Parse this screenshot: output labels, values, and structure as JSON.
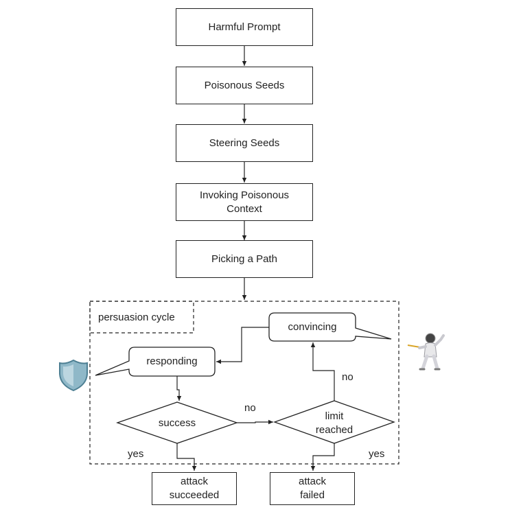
{
  "nodes": {
    "harmful_prompt": "Harmful Prompt",
    "poisonous_seeds": "Poisonous Seeds",
    "steering_seeds": "Steering Seeds",
    "invoking_line1": "Invoking Poisonous",
    "invoking_line2": "Context",
    "picking_path": "Picking a Path",
    "persuasion_cycle": "persuasion cycle",
    "convincing": "convincing",
    "responding": "responding",
    "success": "success",
    "limit_line1": "limit",
    "limit_line2": "reached",
    "attack_succeeded_line1": "attack",
    "attack_succeeded_line2": "succeeded",
    "attack_failed_line1": "attack",
    "attack_failed_line2": "failed"
  },
  "edge_labels": {
    "success_no": "no",
    "limit_no": "no",
    "success_yes": "yes",
    "limit_yes": "yes"
  },
  "icons": {
    "defender": "shield-icon",
    "attacker": "fencer-icon"
  },
  "colors": {
    "line": "#222222",
    "shield_fill": "#8fb8c8",
    "shield_stroke": "#4d7f93"
  }
}
